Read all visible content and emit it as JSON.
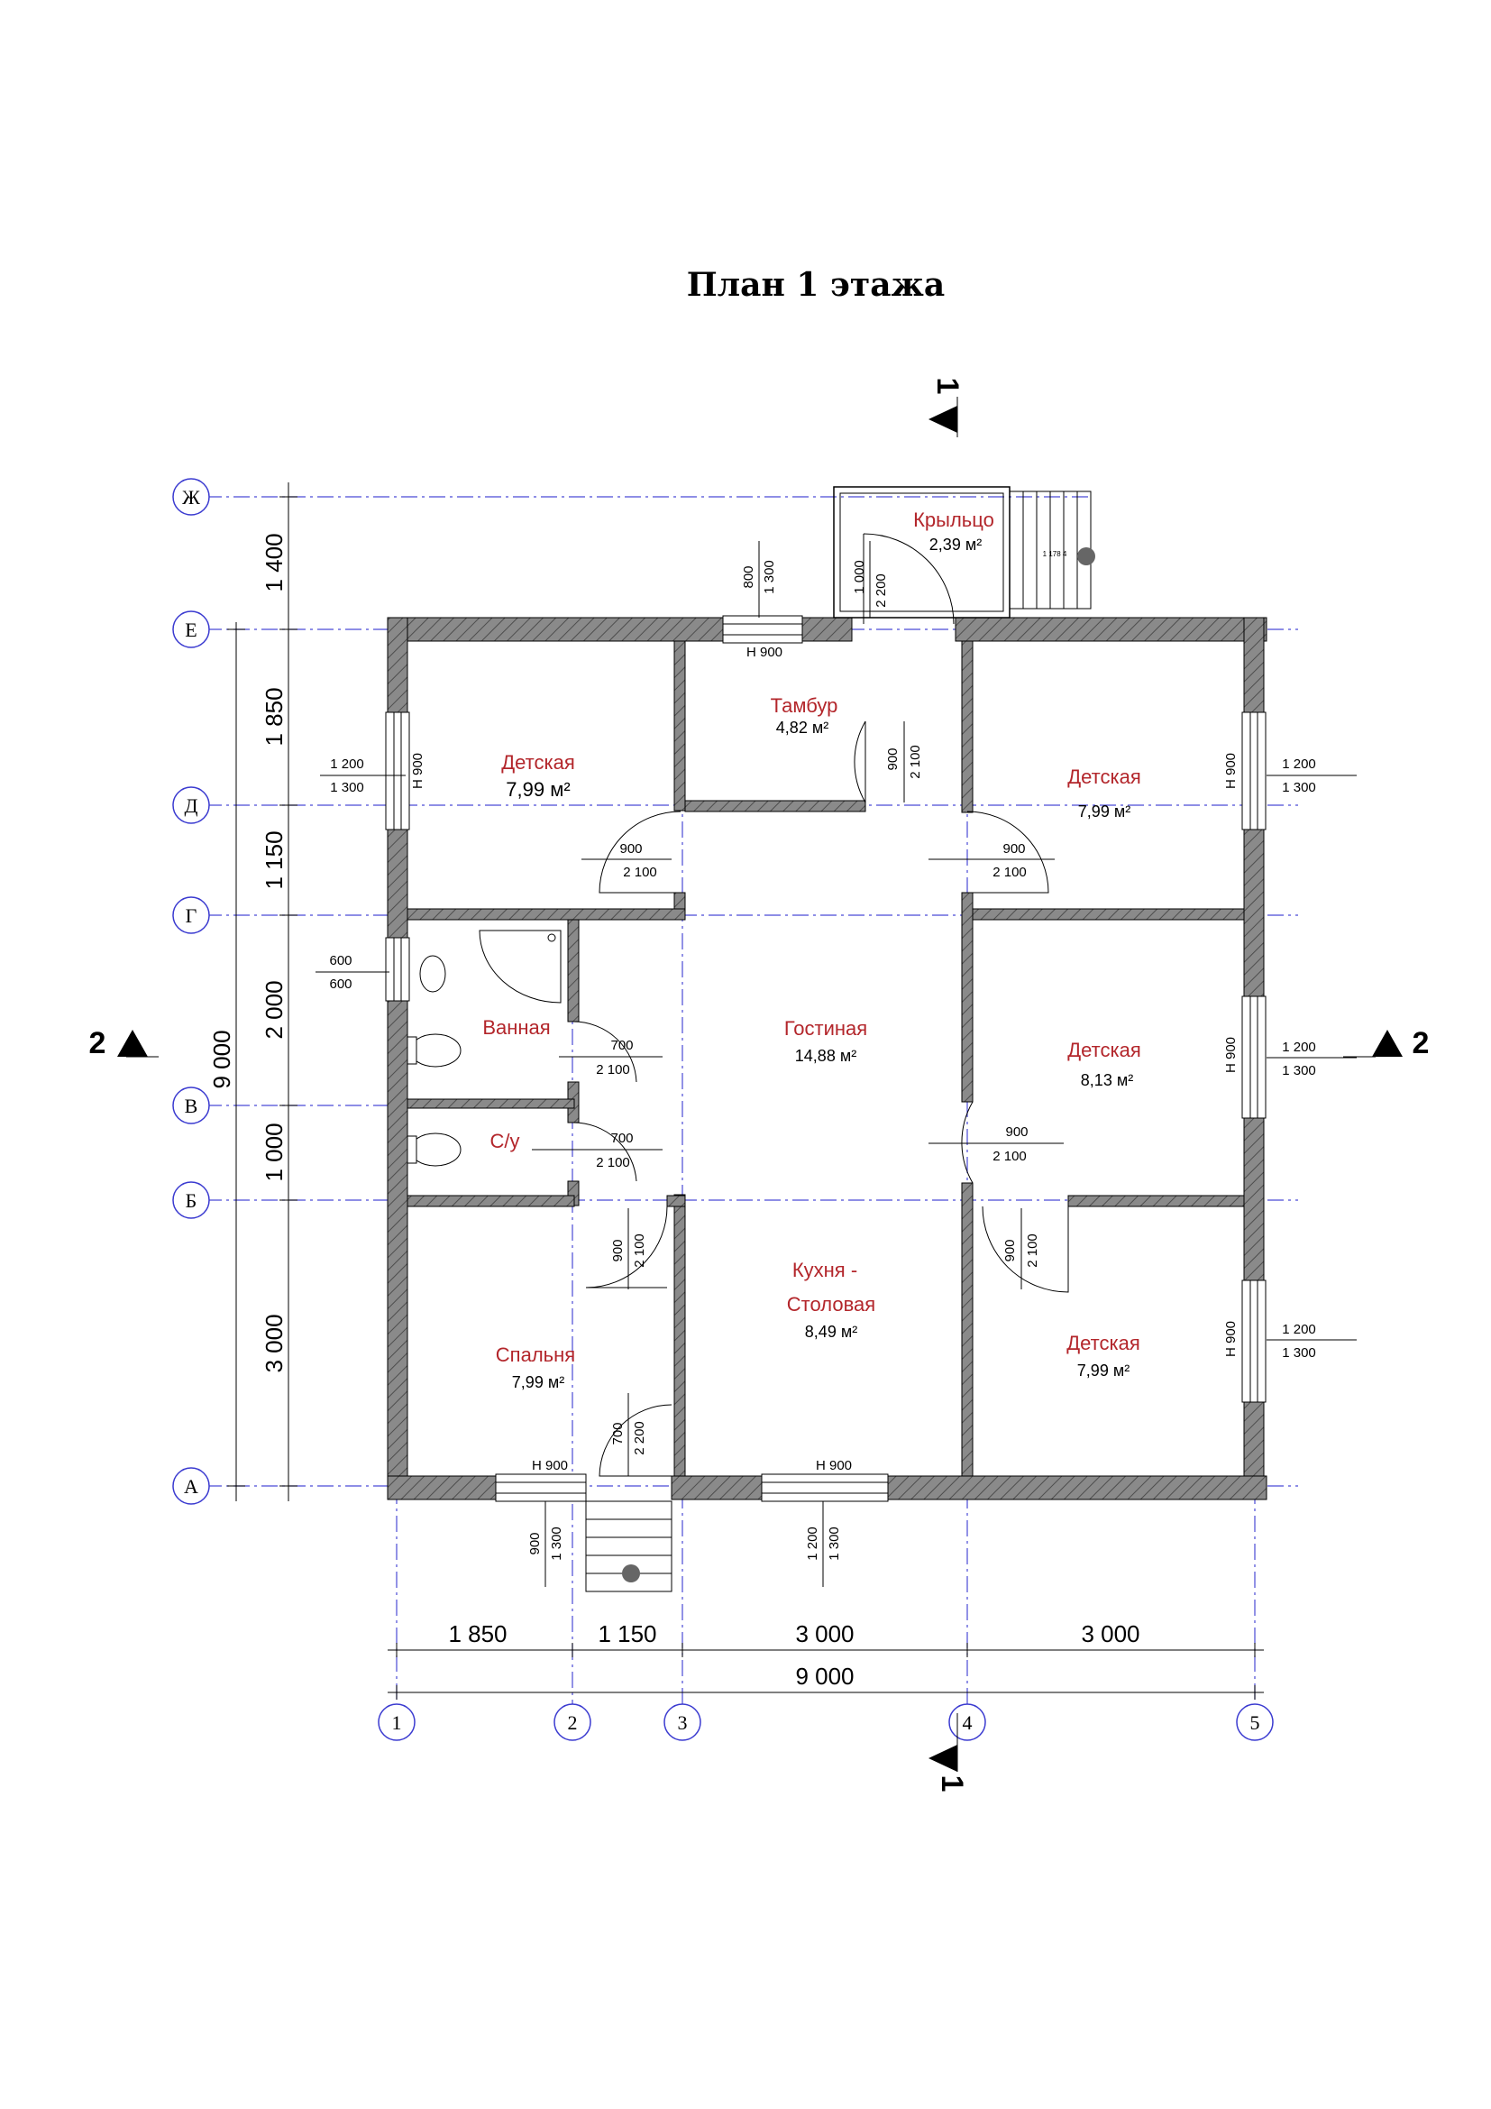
{
  "title": "План 1 этажа",
  "rooms": [
    {
      "name": "Крыльцо",
      "area": "2,39 м²"
    },
    {
      "name": "Тамбур",
      "area": "4,82 м²"
    },
    {
      "name": "Детская",
      "area": "7,99 м²"
    },
    {
      "name": "Детская",
      "area": "7,99 м²"
    },
    {
      "name": "Гостиная",
      "area": "14,88 м²"
    },
    {
      "name": "Ванная",
      "area": ""
    },
    {
      "name": "С/у",
      "area": ""
    },
    {
      "name": "Детская",
      "area": "8,13 м²"
    },
    {
      "name": "Кухня -",
      "area": ""
    },
    {
      "name": "Столовая",
      "area": "8,49 м²"
    },
    {
      "name": "Спальня",
      "area": "7,99 м²"
    },
    {
      "name": "Детская",
      "area": "7,99 м²"
    }
  ],
  "axes_rows": [
    "Ж",
    "Е",
    "Д",
    "Г",
    "В",
    "Б",
    "А"
  ],
  "axes_cols": [
    "1",
    "2",
    "3",
    "4",
    "5"
  ],
  "dims_left": [
    "1 400",
    "1 850",
    "1 150",
    "2 000",
    "1 000",
    "3 000"
  ],
  "dim_left_total": "9 000",
  "dims_bottom": [
    "1 850",
    "1 150",
    "3 000",
    "3 000"
  ],
  "dim_bottom_total": "9 000",
  "section_marks": {
    "vertical": "1",
    "horizontal": "2"
  },
  "openings": [
    {
      "top": "1 200",
      "bottom": "1 300"
    },
    {
      "top": "1 200",
      "bottom": "1 300"
    },
    {
      "top": "600",
      "bottom": "600"
    },
    {
      "top": "1 200",
      "bottom": "1 300"
    },
    {
      "top": "1 200",
      "bottom": "1 300"
    },
    {
      "top": "900",
      "bottom": "2 100"
    },
    {
      "top": "900",
      "bottom": "2 100"
    },
    {
      "top": "700",
      "bottom": "2 100"
    },
    {
      "top": "700",
      "bottom": "2 100"
    },
    {
      "top": "900",
      "bottom": "2 100"
    }
  ],
  "window_marks": {
    "h900": "Н 900",
    "n900": "Н 900"
  },
  "vertical_notes": [
    "800",
    "1 300",
    "1 000",
    "2 200",
    "900",
    "2 100",
    "900",
    "2 100",
    "900",
    "2 100",
    "700",
    "2 200",
    "900",
    "1 300",
    "1 200",
    "1 300"
  ],
  "stair_note": "1 178 4"
}
